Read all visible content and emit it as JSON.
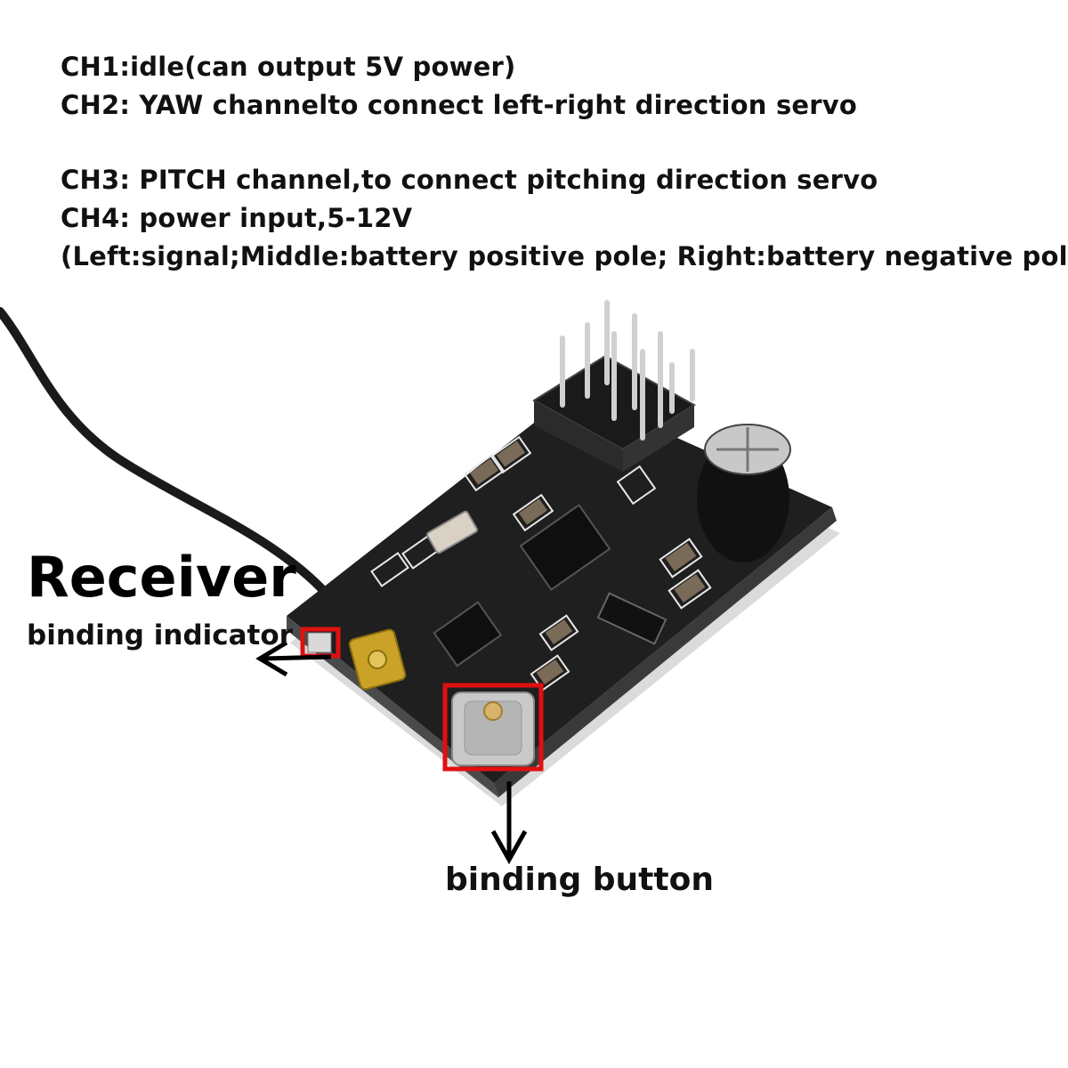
{
  "specs": {
    "ch1": "CH1:idle(can output 5V power)",
    "ch2": "CH2: YAW channelto connect left-right direction servo",
    "ch3": "CH3: PITCH channel,to connect pitching direction servo",
    "ch4": "CH4: power input,5-12V",
    "pin_legend": "(Left:signal;Middle:battery positive pole; Right:battery negative pole"
  },
  "labels": {
    "title": "Receiver",
    "indicator": "binding indicator",
    "button": "binding button"
  },
  "colors": {
    "highlight": "#e01010",
    "board": "#202020",
    "text": "#111111"
  }
}
